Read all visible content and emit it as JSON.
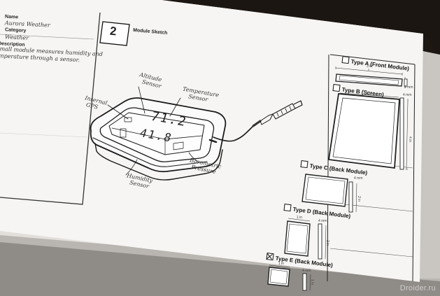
{
  "form": {
    "name_label": "Name",
    "name_value": "Aurora Weather",
    "category_label": "Category",
    "category_value": "Weather",
    "description_label": "Description",
    "description_line1": "Small module measures humidity and",
    "description_line2": "temperature through a sensor.",
    "step_number": "2",
    "step_title": "Module Sketch"
  },
  "sketch": {
    "display_top": "71.2",
    "display_bottom": "41.8",
    "annotations": {
      "altitude": [
        "Altitude",
        "Sensor"
      ],
      "temperature": [
        "Temperature",
        "Sensor"
      ],
      "gps": [
        "Internal",
        "GPS"
      ],
      "barometric": [
        "Barometric",
        "Pressure"
      ],
      "humidity": [
        "Humidity",
        "Sensor"
      ]
    }
  },
  "module_types": [
    {
      "label": "Type A (Front Module)",
      "checked": false
    },
    {
      "label": "Type B (Screen)",
      "checked": false
    },
    {
      "label": "Type C (Back Module)",
      "checked": false
    },
    {
      "label": "Type D (Back Module)",
      "checked": false
    },
    {
      "label": "Type E (Back Module)",
      "checked": true
    }
  ],
  "dimensions": {
    "a_width": "3 in",
    "a_depth": "4 mm",
    "b_width": "3 in",
    "b_height": "4 in",
    "b_depth": "4 mm",
    "c_depth": "4 mm",
    "c_height": "2 in",
    "d_width": "1 in",
    "d_depth": "4 mm",
    "d_height": "2 in",
    "e_width": "1 in",
    "e_depth": "4 mm",
    "e_height": "1 in"
  },
  "watermark": "Droider.ru"
}
